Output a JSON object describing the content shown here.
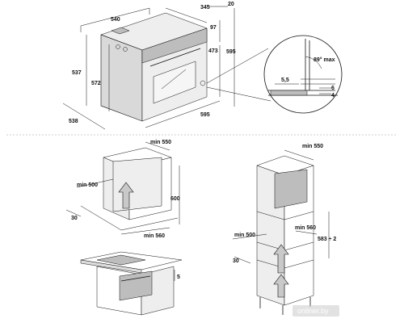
{
  "oven_dimensions": {
    "width_top": "540",
    "depth_top": "345",
    "door_offset": "20",
    "top_height": "97",
    "inner_height": "473",
    "total_height": "595",
    "left_height": "537",
    "inner_left_height": "572",
    "depth_bottom": "538",
    "width_bottom": "595"
  },
  "detail": {
    "angle": "89° max",
    "gap": "5,5",
    "dim_a": "6",
    "dim_b": "4"
  },
  "under_counter": {
    "min_top": "min 550",
    "min_side": "min 500",
    "height": "600",
    "offset": "30",
    "min_bottom": "min 560"
  },
  "column": {
    "min_top": "min 550",
    "min_side": "min 500",
    "min_inner": "min 560",
    "height": "583 ÷ 2",
    "offset": "30"
  },
  "hob": {
    "gap": "5"
  },
  "watermark": "onliner.by"
}
